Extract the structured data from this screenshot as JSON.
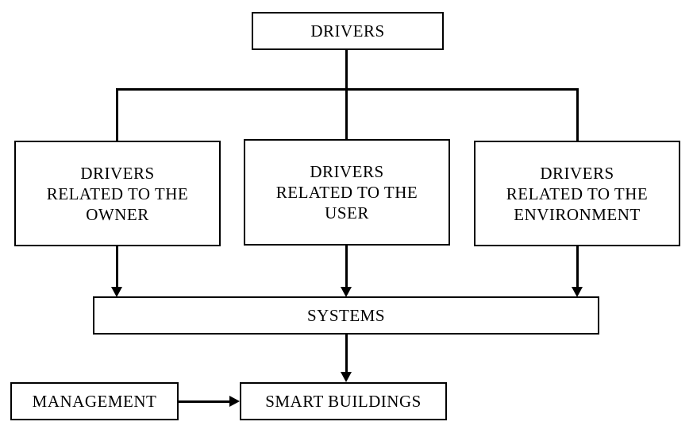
{
  "diagram": {
    "type": "flowchart",
    "colors": {
      "line": "#000000",
      "text": "#000000",
      "background": "#ffffff"
    },
    "nodes": {
      "drivers": {
        "label": "DRIVERS"
      },
      "drivers_owner": {
        "label": "DRIVERS\nRELATED TO THE\nOWNER"
      },
      "drivers_user": {
        "label": "DRIVERS\nRELATED TO THE\nUSER"
      },
      "drivers_environment": {
        "label": "DRIVERS\nRELATED TO THE\nENVIRONMENT"
      },
      "systems": {
        "label": "SYSTEMS"
      },
      "management": {
        "label": "MANAGEMENT"
      },
      "smart_buildings": {
        "label": "SMART BUILDINGS"
      }
    },
    "edges": [
      {
        "from": "drivers",
        "to": "drivers_owner",
        "style": "line"
      },
      {
        "from": "drivers",
        "to": "drivers_user",
        "style": "line"
      },
      {
        "from": "drivers",
        "to": "drivers_environment",
        "style": "line"
      },
      {
        "from": "drivers_owner",
        "to": "systems",
        "style": "arrow"
      },
      {
        "from": "drivers_user",
        "to": "systems",
        "style": "arrow"
      },
      {
        "from": "drivers_environment",
        "to": "systems",
        "style": "arrow"
      },
      {
        "from": "systems",
        "to": "smart_buildings",
        "style": "arrow"
      },
      {
        "from": "management",
        "to": "smart_buildings",
        "style": "arrow"
      }
    ]
  }
}
